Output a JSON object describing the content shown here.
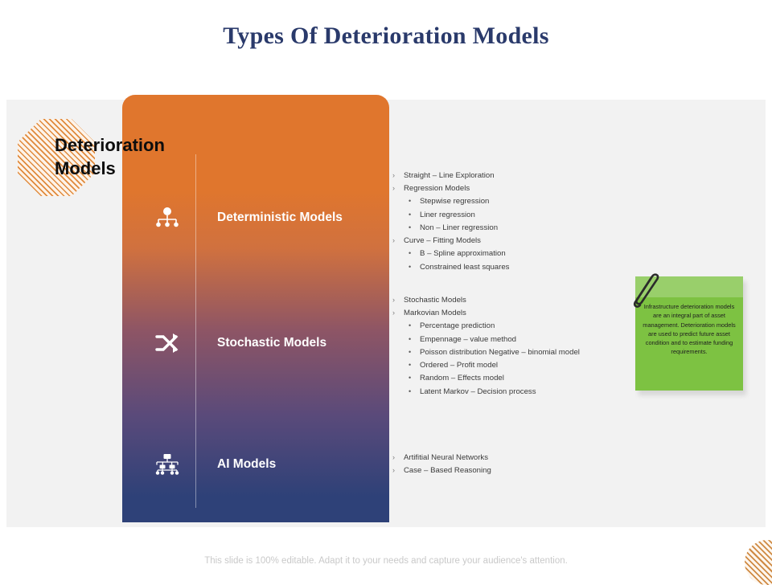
{
  "slide": {
    "title": "Types Of Deterioration Models",
    "left_heading": "Deterioration\nModels",
    "footer": "This slide is 100% editable. Adapt it to your needs and capture your audience's attention."
  },
  "colors": {
    "title": "#2a3a6b",
    "panel_top": "#e0762d",
    "panel_mid": "#8e5565",
    "panel_bottom": "#2e4178",
    "note_green": "#7dc242",
    "content_bg": "#f2f2f2",
    "hatch_orange": "#e08a3c"
  },
  "categories": [
    {
      "label": "Deterministic Models",
      "icon": "hierarchy-icon",
      "bullets": [
        {
          "level": 1,
          "text": "Straight – Line Exploration"
        },
        {
          "level": 1,
          "text": "Regression Models"
        },
        {
          "level": 2,
          "text": "Stepwise regression"
        },
        {
          "level": 2,
          "text": "Liner regression"
        },
        {
          "level": 2,
          "text": "Non – Liner regression"
        },
        {
          "level": 1,
          "text": "Curve – Fitting Models"
        },
        {
          "level": 2,
          "text": "B – Spline approximation"
        },
        {
          "level": 2,
          "text": "Constrained least squares"
        }
      ]
    },
    {
      "label": "Stochastic Models",
      "icon": "shuffle-icon",
      "bullets": [
        {
          "level": 1,
          "text": "Stochastic Models"
        },
        {
          "level": 1,
          "text": "Markovian Models"
        },
        {
          "level": 2,
          "text": "Percentage prediction"
        },
        {
          "level": 2,
          "text": "Empennage – value method"
        },
        {
          "level": 2,
          "text": "Poisson distribution Negative – binomial model"
        },
        {
          "level": 2,
          "text": "Ordered – Profit model"
        },
        {
          "level": 2,
          "text": "Random – Effects model"
        },
        {
          "level": 2,
          "text": "Latent Markov – Decision process"
        }
      ]
    },
    {
      "label": "AI Models",
      "icon": "neural-network-icon",
      "bullets": [
        {
          "level": 1,
          "text": "Artifitial Neural Networks"
        },
        {
          "level": 1,
          "text": "Case – Based Reasoning"
        }
      ]
    }
  ],
  "note": {
    "text": "Infrastructure deterioration models are an integral part of asset management. Deterioration models are used to predict future asset condition and to estimate funding requirements.",
    "icon": "paperclip-icon"
  },
  "bullet_markers": {
    "level1": "›",
    "level2": "•"
  }
}
